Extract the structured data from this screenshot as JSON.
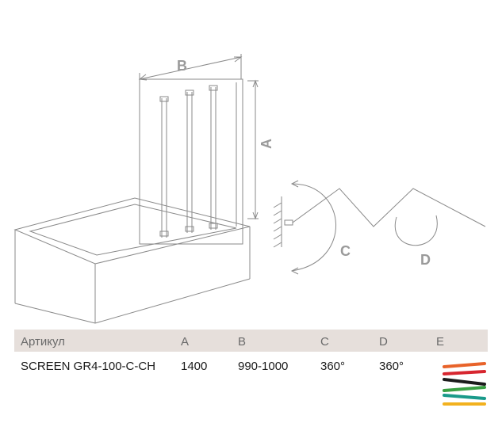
{
  "drawing": {
    "labels": {
      "a": "A",
      "b": "B",
      "c": "C",
      "d": "D"
    }
  },
  "table": {
    "headers": [
      "Артикул",
      "A",
      "B",
      "C",
      "D",
      "E"
    ],
    "row": [
      "SCREEN GR4-100-C-CH",
      "1400",
      "990-1000",
      "360°",
      "360°"
    ]
  },
  "colors": {
    "header_bg": "#e6dfdb",
    "stripes": [
      "#e8632a",
      "#d7262f",
      "#1c1c1c",
      "#3aa043",
      "#1a9a8a",
      "#f2b11f"
    ]
  }
}
